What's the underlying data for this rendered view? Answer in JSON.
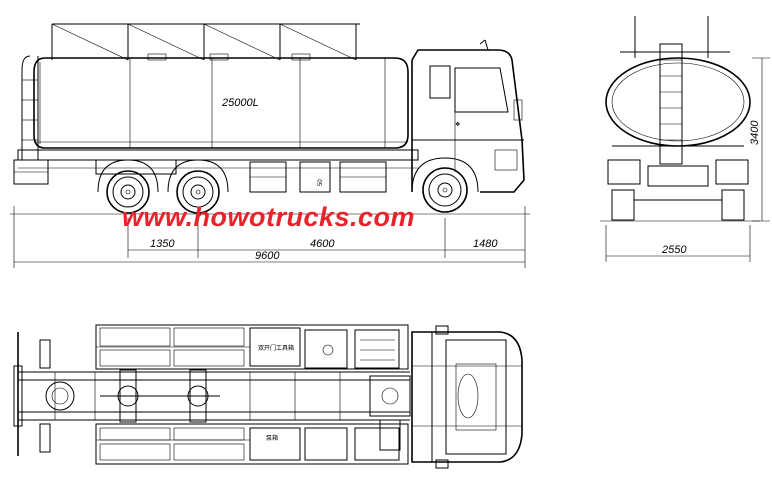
{
  "tank_capacity_label": "25000L",
  "watermark": "www.howotrucks.com",
  "dimensions": {
    "rear_overhang_gap": "1350",
    "wheelbase": "4600",
    "front_overhang": "1480",
    "overall_length": "9600",
    "overall_width": "2550",
    "overall_height": "3400",
    "side_marker": "50"
  },
  "top_view_labels": {
    "toolbox": "双开门工具箱",
    "pump_box": "泵箱"
  },
  "colors": {
    "line": "#000000",
    "watermark": "#e8232b",
    "background": "#ffffff"
  }
}
